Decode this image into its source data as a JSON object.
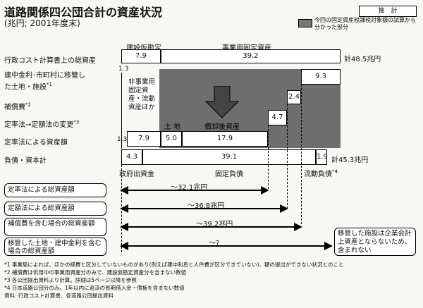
{
  "header": {
    "title": "道路関係四公団合計の資産状況",
    "subtitle": "(兆円; 2001年度末)",
    "estimate_label": "推　計",
    "legend_text": "今回の固定資産税課税対象額の試算から分かった部分",
    "legend_color": "#6e6e6e"
  },
  "columns": {
    "construction": "建設仮勘定",
    "business_fixed": "事業用固定資産"
  },
  "rows": {
    "admin_cost": "行政コスト計算書上の総資産",
    "loan": "建中金利･市町村に移管した土地・施設",
    "loan_note": "*1",
    "compensation": "補償費",
    "compensation_note": "*2",
    "rate_change": "定率法→定額法の変更",
    "rate_change_note": "*3",
    "fixed_rate_assets": "定率法による資産額",
    "liabilities": "負債・資本計"
  },
  "values": {
    "admin_construction": "7.9",
    "admin_business": "39.2",
    "admin_total": "計48.5兆円",
    "loan_small": "1.3",
    "loan_right": "9.3",
    "compensation_val": "2.4",
    "rate_change_val": "4.7",
    "fr_small": "1.3",
    "fr_construction": "7.9",
    "fr_land": "5.0",
    "fr_depreciable": "17.9",
    "land_label": "土 地",
    "depreciable_label": "償却後資産",
    "non_business": "非事業用固定資産・流動資産ほか",
    "liab_gov": "4.3",
    "liab_fixed": "39.1",
    "liab_current": "1.9",
    "liab_total": "計45.3兆円",
    "gov_invest": "政府出資金",
    "fixed_debt": "固定負債",
    "current_debt": "流動負債",
    "current_debt_note": "*4"
  },
  "ranges": [
    {
      "label": "定率法による総資産額",
      "value": "〜32.1兆円"
    },
    {
      "label": "定額法による総資産額",
      "value": "〜36.8兆円"
    },
    {
      "label": "補償費を含む場合の総資産額",
      "value": "〜39.2兆円"
    },
    {
      "label": "移管した土地・建中金利を含む場合の総資産額",
      "value": "〜?"
    }
  ],
  "side_note": "移管した施設は企業会計上資産とならないため、含まれない",
  "notes": [
    "*1 事業局によれば、ほかの経費と区分していないものがあり(例えば建中利息と人件費が区分できていない)、額の提出ができない状況とのこと",
    "*2 補償費は供用中の事業用資産分のみで、建設仮勘定資産分を含まない数値",
    "*3 各公団提出資料より計算。詳細は5ページ以降を参照",
    "*4 日本道路公団分のみ。1年以内に返済の長期借入金・債権を含まない数値",
    "資料: 行政コスト計算書、各道路公団提出資料"
  ]
}
